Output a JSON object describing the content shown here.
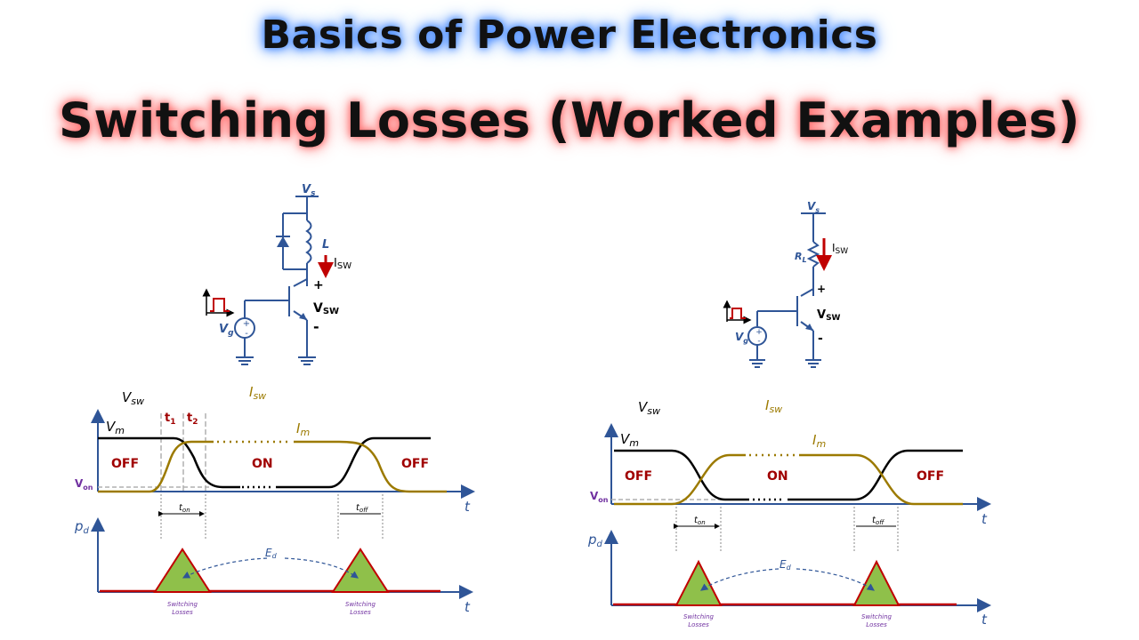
{
  "title": "Basics of Power Electronics",
  "subtitle": "Switching Losses (Worked Examples)",
  "colors": {
    "wire": "#2f5597",
    "current_arrow": "#c00000",
    "voltage_wave": "#000000",
    "current_wave": "#9c7a00",
    "state_text": "#a00000",
    "von_text": "#7030a0",
    "power_fill": "#8fc04a",
    "power_line": "#c00000",
    "caption_text": "#7030a0"
  },
  "left": {
    "circuit": {
      "vs": "V",
      "vs_sub": "s",
      "inductor": "L",
      "isw": "I",
      "isw_sub": "SW",
      "plus": "+",
      "minus": "-",
      "vsw": "V",
      "vsw_sub": "SW",
      "vg": "V",
      "vg_sub": "g"
    },
    "waveform": {
      "vsw_label": "V",
      "vsw_sub": "sw",
      "isw_label": "I",
      "isw_sub": "sw",
      "vm": "V",
      "vm_sub": "m",
      "im": "I",
      "im_sub": "m",
      "t1": "t",
      "t1_sub": "1",
      "t2": "t",
      "t2_sub": "2",
      "off1": "OFF",
      "on": "ON",
      "off2": "OFF",
      "von": "V",
      "von_sub": "on",
      "t_axis": "t",
      "ton": "t",
      "ton_sub": "on",
      "toff": "t",
      "toff_sub": "off"
    },
    "power": {
      "pd": "p",
      "pd_sub": "d",
      "ed": "E",
      "ed_sub": "d",
      "t_axis": "t",
      "cap_line1": "Switching",
      "cap_line2": "Losses"
    }
  },
  "right": {
    "circuit": {
      "vs": "V",
      "vs_sub": "s",
      "rl": "R",
      "rl_sub": "L",
      "isw": "I",
      "isw_sub": "SW",
      "plus": "+",
      "minus": "-",
      "vsw": "V",
      "vsw_sub": "SW",
      "vg": "V",
      "vg_sub": "g"
    },
    "waveform": {
      "vsw_label": "V",
      "vsw_sub": "sw",
      "isw_label": "I",
      "isw_sub": "sw",
      "vm": "V",
      "vm_sub": "m",
      "im": "I",
      "im_sub": "m",
      "off1": "OFF",
      "on": "ON",
      "off2": "OFF",
      "von": "V",
      "von_sub": "on",
      "t_axis": "t",
      "ton": "t",
      "ton_sub": "on",
      "toff": "t",
      "toff_sub": "off"
    },
    "power": {
      "pd": "p",
      "pd_sub": "d",
      "ed": "E",
      "ed_sub": "d",
      "t_axis": "t",
      "cap_line1": "Switching",
      "cap_line2": "Losses"
    }
  }
}
